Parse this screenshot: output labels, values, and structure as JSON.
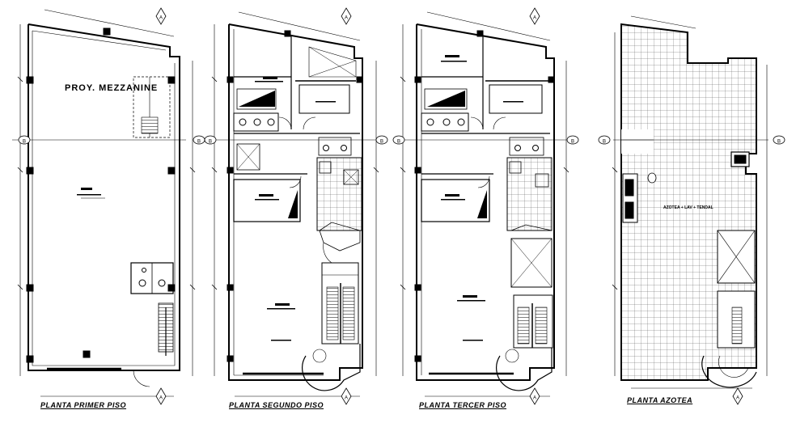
{
  "titles": {
    "p1": "PLANTA PRIMER PISO",
    "p2": "PLANTA SEGUNDO PISO",
    "p3": "PLANTA TERCER PISO",
    "p4": "PLANTA AZOTEA"
  },
  "labels": {
    "mezzanine": "PROY. MEZZANINE",
    "roof_terrace": "AZOTEA + LAV + TENDAL"
  },
  "axis_marks": [
    "A",
    "B"
  ]
}
